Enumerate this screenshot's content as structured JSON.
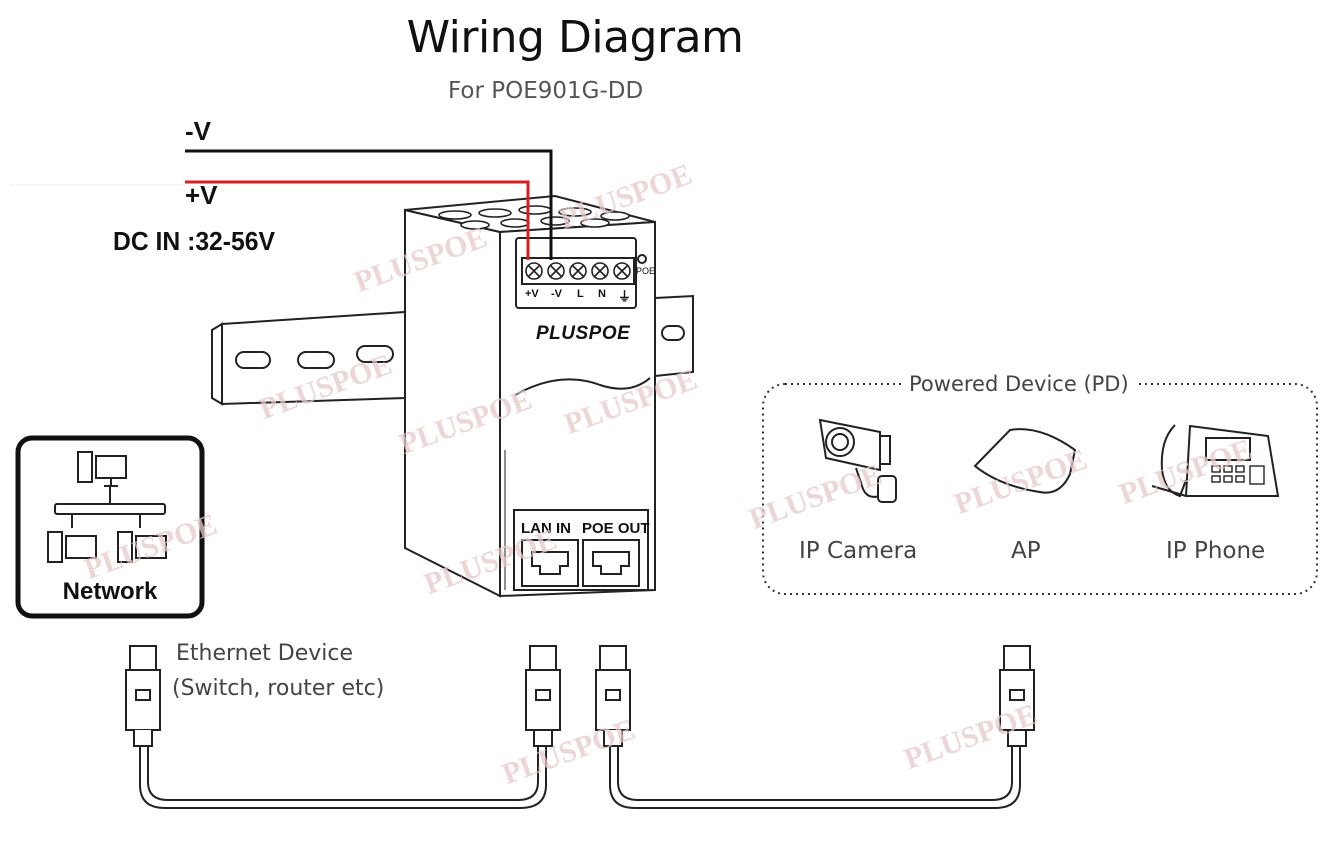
{
  "header": {
    "title": "Wiring Diagram",
    "subtitle": "For POE901G-DD"
  },
  "power_input": {
    "negative_label": "-V",
    "positive_label": "+V",
    "dc_in_label": "DC IN :32-56V",
    "negative_wire_color": "#111111",
    "positive_wire_color": "#d81e1e"
  },
  "device": {
    "brand": "PLUSPOE",
    "terminals": [
      "+V",
      "-V",
      "L",
      "N",
      "⏚"
    ],
    "poe_led_label": "POE",
    "port_lan_in": "LAN IN",
    "port_poe_out": "POE OUT"
  },
  "network_box": {
    "label": "Network"
  },
  "ethernet_device": {
    "line1": "Ethernet Device",
    "line2": "(Switch, router etc)"
  },
  "powered_devices": {
    "title": "Powered Device (PD)",
    "items": [
      {
        "name": "IP Camera",
        "icon": "ip-camera-icon"
      },
      {
        "name": "AP",
        "icon": "access-point-icon"
      },
      {
        "name": "IP Phone",
        "icon": "ip-phone-icon"
      }
    ]
  },
  "watermark": {
    "text": "PLUSPOE",
    "color": "#e8c9c9"
  }
}
